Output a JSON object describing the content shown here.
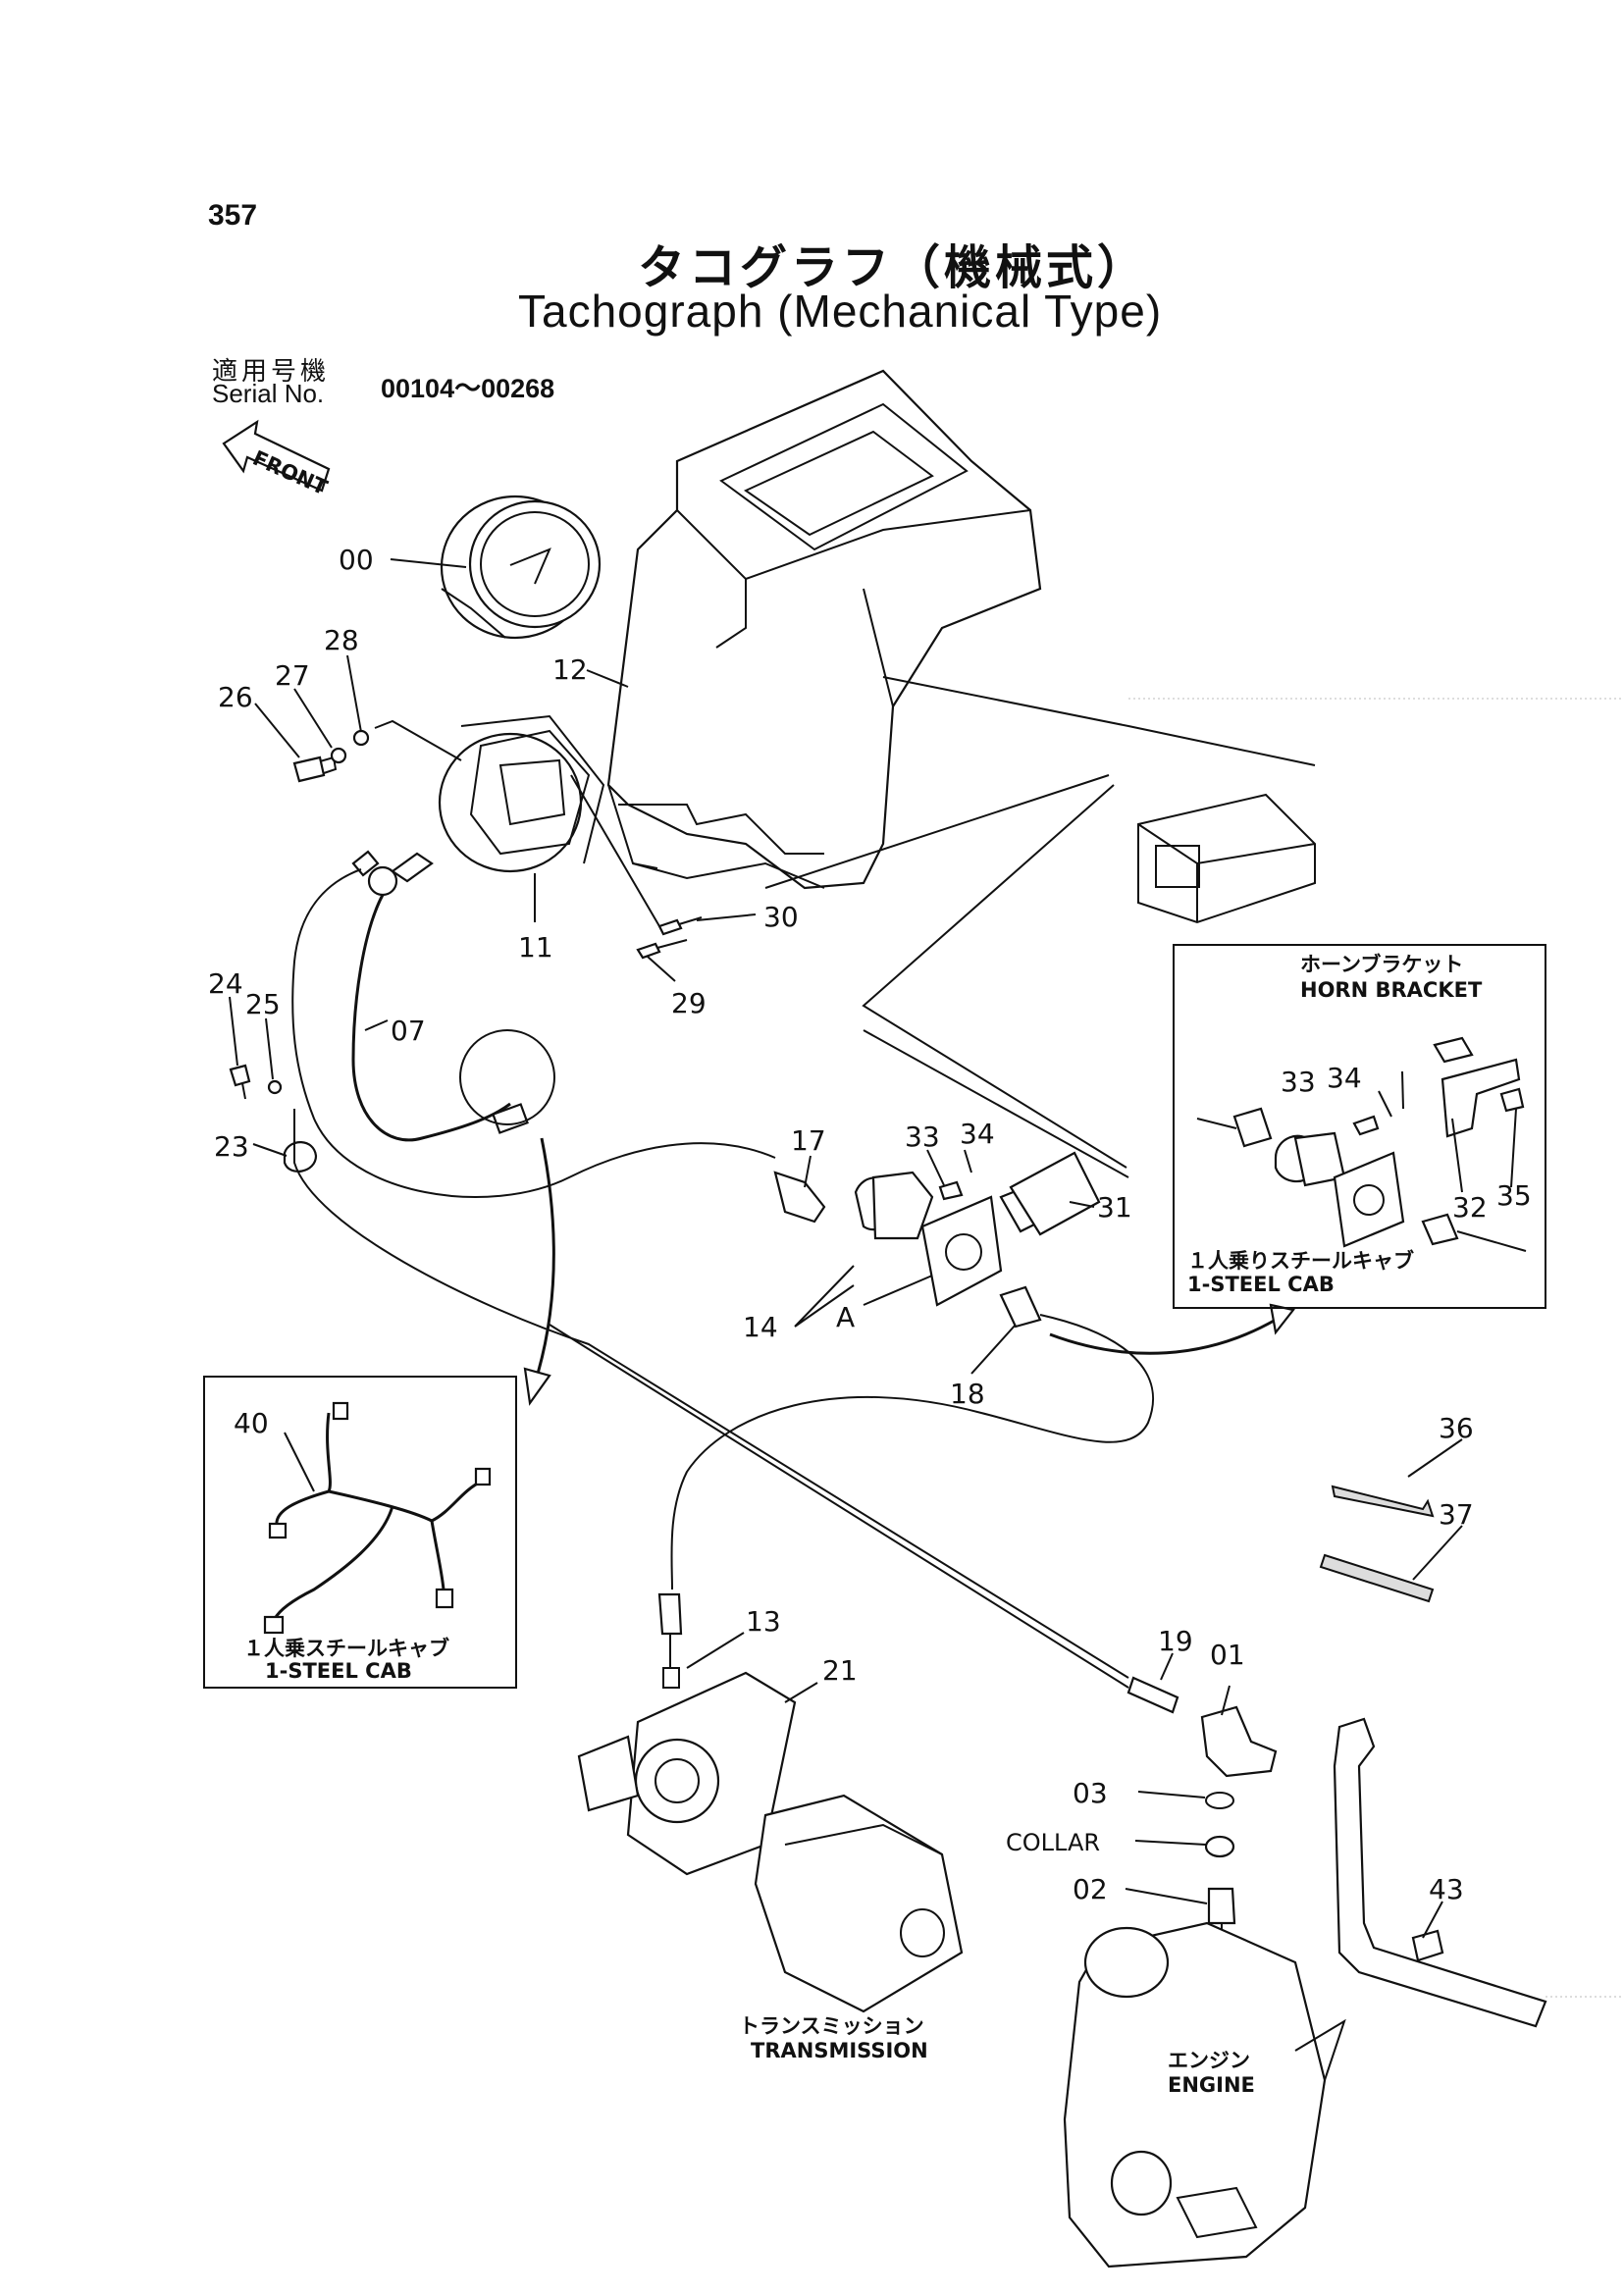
{
  "page": {
    "number": "357"
  },
  "title": {
    "japanese": "タコグラフ（機械式）",
    "english": "Tachograph (Mechanical Type)"
  },
  "serial": {
    "label_ja": "適用号機",
    "label_en": "Serial No.",
    "range": "00104～00268"
  },
  "front_arrow": {
    "label": "FRONT"
  },
  "callouts": [
    "00",
    "01",
    "02",
    "03",
    "07",
    "11",
    "12",
    "13",
    "14",
    "17",
    "18",
    "19",
    "21",
    "23",
    "24",
    "25",
    "26",
    "27",
    "28",
    "29",
    "30",
    "31",
    "32",
    "33",
    "34",
    "35",
    "36",
    "37",
    "40",
    "43",
    "A",
    "COLLAR"
  ],
  "insets": {
    "horn_bracket": {
      "title_ja": "ホーンブラケット",
      "title_en": "HORN BRACKET",
      "caption_ja": "１人乗りスチールキャブ",
      "caption_en": "1-STEEL CAB",
      "callouts": [
        "34",
        "33",
        "32",
        "35"
      ]
    },
    "harness": {
      "caption_ja": "１人乗スチールキャブ",
      "caption_en": "1-STEEL CAB",
      "callouts": [
        "40"
      ]
    }
  },
  "assemblies": {
    "transmission_ja": "トランスミッション",
    "transmission_en": "TRANSMISSION",
    "engine_ja": "エンジン",
    "engine_en": "ENGINE"
  }
}
